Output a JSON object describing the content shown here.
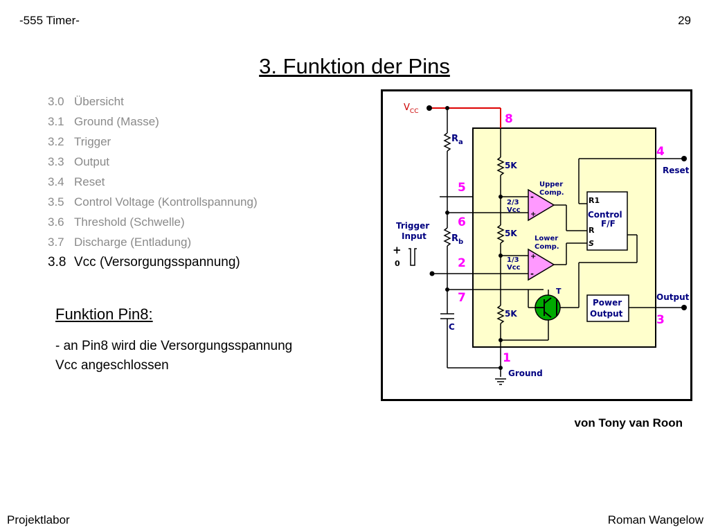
{
  "header": {
    "left": "-555 Timer-",
    "page_number": "29"
  },
  "title": "3. Funktion der Pins",
  "toc": [
    {
      "num": "3.0",
      "label": "Übersicht"
    },
    {
      "num": "3.1",
      "label": "Ground (Masse)"
    },
    {
      "num": "3.2",
      "label": "Trigger"
    },
    {
      "num": "3.3",
      "label": "Output"
    },
    {
      "num": "3.4",
      "label": "Reset"
    },
    {
      "num": "3.5",
      "label": "Control Voltage (Kontrollspannung)"
    },
    {
      "num": "3.6",
      "label": "Threshold (Schwelle)"
    },
    {
      "num": "3.7",
      "label": "Discharge (Entladung)"
    },
    {
      "num": "3.8",
      "label": "Vcc (Versorgungsspannung)"
    }
  ],
  "section": {
    "heading": "Funktion Pin8:",
    "line1": "- an Pin8 wird die Versorgungsspannung",
    "line2": "Vcc angeschlossen"
  },
  "diagram": {
    "vcc": "V",
    "vcc_sub": "CC",
    "ra": "R",
    "ra_sub": "a",
    "rb": "R",
    "rb_sub": "b",
    "c": "C",
    "r5k": "5K",
    "pins": {
      "p8": "8",
      "p4": "4",
      "p5": "5",
      "p6": "6",
      "p2": "2",
      "p7": "7",
      "p3": "3",
      "p1": "1"
    },
    "reset": "Reset",
    "output": "Output",
    "ground": "Ground",
    "trigger_1": "Trigger",
    "trigger_2": "Input",
    "plus": "+",
    "zero": "0",
    "upper_1": "Upper",
    "upper_2": "Comp.",
    "lower_1": "Lower",
    "lower_2": "Comp.",
    "ref_upper_1": "2/3",
    "ref_upper_2": "Vcc",
    "ref_lower_1": "1/3",
    "ref_lower_2": "Vcc",
    "minus": "-",
    "plus_small": "+",
    "ff_r1": "R1",
    "ff_r": "R",
    "ff_s": "S",
    "ff_1": "Control",
    "ff_2": "F/F",
    "po_1": "Power",
    "po_2": "Output",
    "t": "T",
    "colors": {
      "pin_magenta": "#ff00ff",
      "chip_fill": "#ffffcc",
      "comparator_fill": "#ff99ff",
      "transistor_fill": "#00aa00",
      "vcc_wire": "#dd0000",
      "label_navy": "#000080"
    }
  },
  "caption": "von Tony van Roon",
  "footer": {
    "left": "Projektlabor",
    "right": "Roman Wangelow"
  }
}
